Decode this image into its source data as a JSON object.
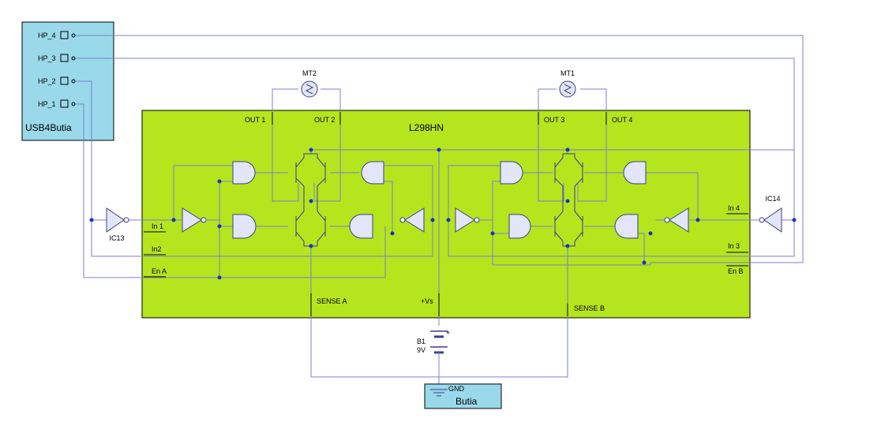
{
  "colors": {
    "chip_fill": "#b5e51d",
    "box_fill": "#99d9ea",
    "wire": "#7b7fd6",
    "junction": "#1f2fc8"
  },
  "usb": {
    "title": "USB4Butia",
    "pins": [
      "HP_4",
      "HP_3",
      "HP_2",
      "HP_1"
    ]
  },
  "chip": {
    "name": "L298HN",
    "outputs": [
      "OUT 1",
      "OUT 2",
      "OUT 3",
      "OUT 4"
    ],
    "inputs_left": [
      "In 1",
      "In2",
      "En A"
    ],
    "inputs_right": [
      "In 4",
      "In 3",
      "En B"
    ],
    "sense": [
      "SENSE A",
      "SENSE B"
    ],
    "supply": "+Vs"
  },
  "motors": [
    "MT2",
    "MT1"
  ],
  "inverters": [
    "IC13",
    "IC14"
  ],
  "battery": {
    "name": "B1",
    "voltage": "9V",
    "plus": "+"
  },
  "ground": {
    "label": "GND",
    "title": "Butia"
  }
}
